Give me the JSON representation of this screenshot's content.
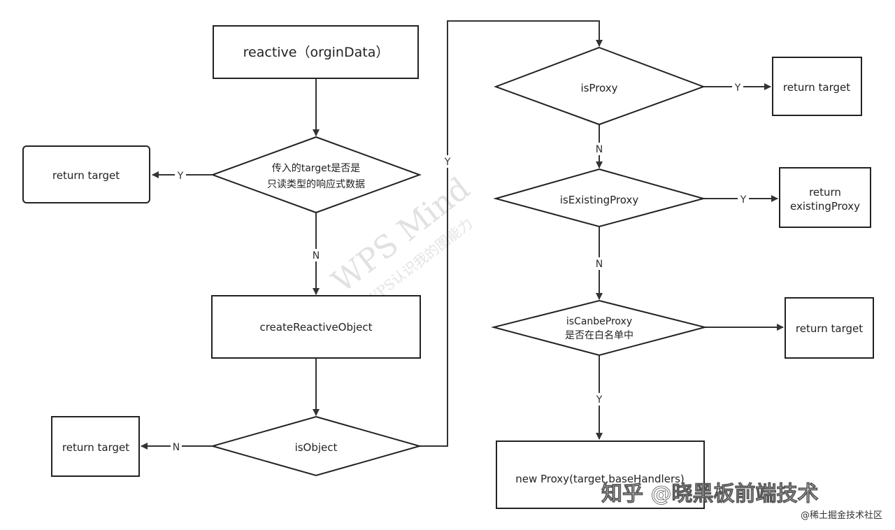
{
  "diagram": {
    "nodes": {
      "reactive": "reactive（orginData）",
      "is_readonly_line1": "传入的target是否是",
      "is_readonly_line2": "只读类型的响应式数据",
      "return_target_1": "return target",
      "create_reactive_object": "createReactiveObject",
      "is_object": "isObject",
      "return_target_2": "return target",
      "is_proxy": "isProxy",
      "return_target_3": "return target",
      "is_existing_proxy": "isExistingProxy",
      "return_existing_line1": "return",
      "return_existing_line2": "existingProxy",
      "is_canbe_proxy_line1": "isCanbeProxy",
      "is_canbe_proxy_line2": "是否在白名单中",
      "return_target_4": "return target",
      "new_proxy": "new Proxy(target,baseHandlers)"
    },
    "edges": {
      "readonly_yes": "Y",
      "readonly_no": "N",
      "isobject_no": "N",
      "isobject_yes": "Y",
      "isproxy_yes": "Y",
      "isproxy_no": "N",
      "existing_yes": "Y",
      "existing_no": "N",
      "canbe_yes": "Y"
    }
  },
  "watermarks": {
    "wps_main": "WPS Mind",
    "wps_sub": "WPS认识我的图能力",
    "zhihu": "知乎 @晓黑板前端技术",
    "juejin_line1": "@稀土掘金技术社区"
  }
}
